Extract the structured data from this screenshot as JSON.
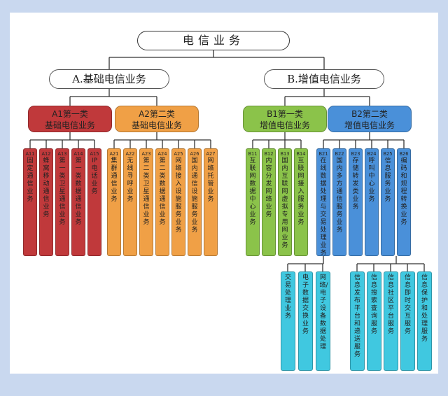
{
  "root": "电信业务",
  "branch_a": {
    "title": "A.基础电信业务",
    "group1": {
      "line1": "A1第一类",
      "line2": "基础电信业务"
    },
    "group2": {
      "line1": "A2第二类",
      "line2": "基础电信业务"
    },
    "a1_items": [
      {
        "code": "A11",
        "text": "固定通信业务"
      },
      {
        "code": "A12",
        "text": "蜂窝移动通信业务"
      },
      {
        "code": "A13",
        "text": "第一类卫星通信业务"
      },
      {
        "code": "A14",
        "text": "第一类数据通信业务"
      },
      {
        "code": "A15",
        "text": "IP电话业务"
      }
    ],
    "a2_items": [
      {
        "code": "A21",
        "text": "集群通信业务"
      },
      {
        "code": "A22",
        "text": "无线寻呼业务"
      },
      {
        "code": "A23",
        "text": "第二类卫星通信业务"
      },
      {
        "code": "A24",
        "text": "第二类数据通信业务"
      },
      {
        "code": "A25",
        "text": "网络接入设施服务业务"
      },
      {
        "code": "A26",
        "text": "国内通信设施服务业务"
      },
      {
        "code": "A27",
        "text": "网络托管业务"
      }
    ]
  },
  "branch_b": {
    "title": "B.增值电信业务",
    "group1": {
      "line1": "B1第一类",
      "line2": "增值电信业务"
    },
    "group2": {
      "line1": "B2第二类",
      "line2": "增值电信业务"
    },
    "b1_items": [
      {
        "code": "B11",
        "text": "互联网数据中心业务"
      },
      {
        "code": "B12",
        "text": "内容分发网络业务"
      },
      {
        "code": "B13",
        "text": "国内互联网虚拟专用网业务"
      },
      {
        "code": "B14",
        "text": "互联网接入服务业务"
      }
    ],
    "b2_items": [
      {
        "code": "B21",
        "text": "在线数据处理与交易处理业务"
      },
      {
        "code": "B22",
        "text": "国内多方通信服务业务"
      },
      {
        "code": "B23",
        "text": "存储转发类业务"
      },
      {
        "code": "B24",
        "text": "呼叫中心业务"
      },
      {
        "code": "B25",
        "text": "信息服务业务"
      },
      {
        "code": "B26",
        "text": "编码和规程转换业务"
      }
    ],
    "b21_sub": [
      "交易处理业务",
      "电子数据交换业务",
      "网络/电子设备数据处理"
    ],
    "b25_sub": [
      "信息发布平台和递送服务",
      "信息搜索查询服务",
      "信息社区平台服务",
      "信息即时交互服务",
      "信息保护和处理服务"
    ]
  },
  "colors": {
    "a1": "#c0393b",
    "a2": "#f0a046",
    "b1": "#8bc34a",
    "b2": "#4a90d9",
    "sub": "#40c8e0"
  }
}
